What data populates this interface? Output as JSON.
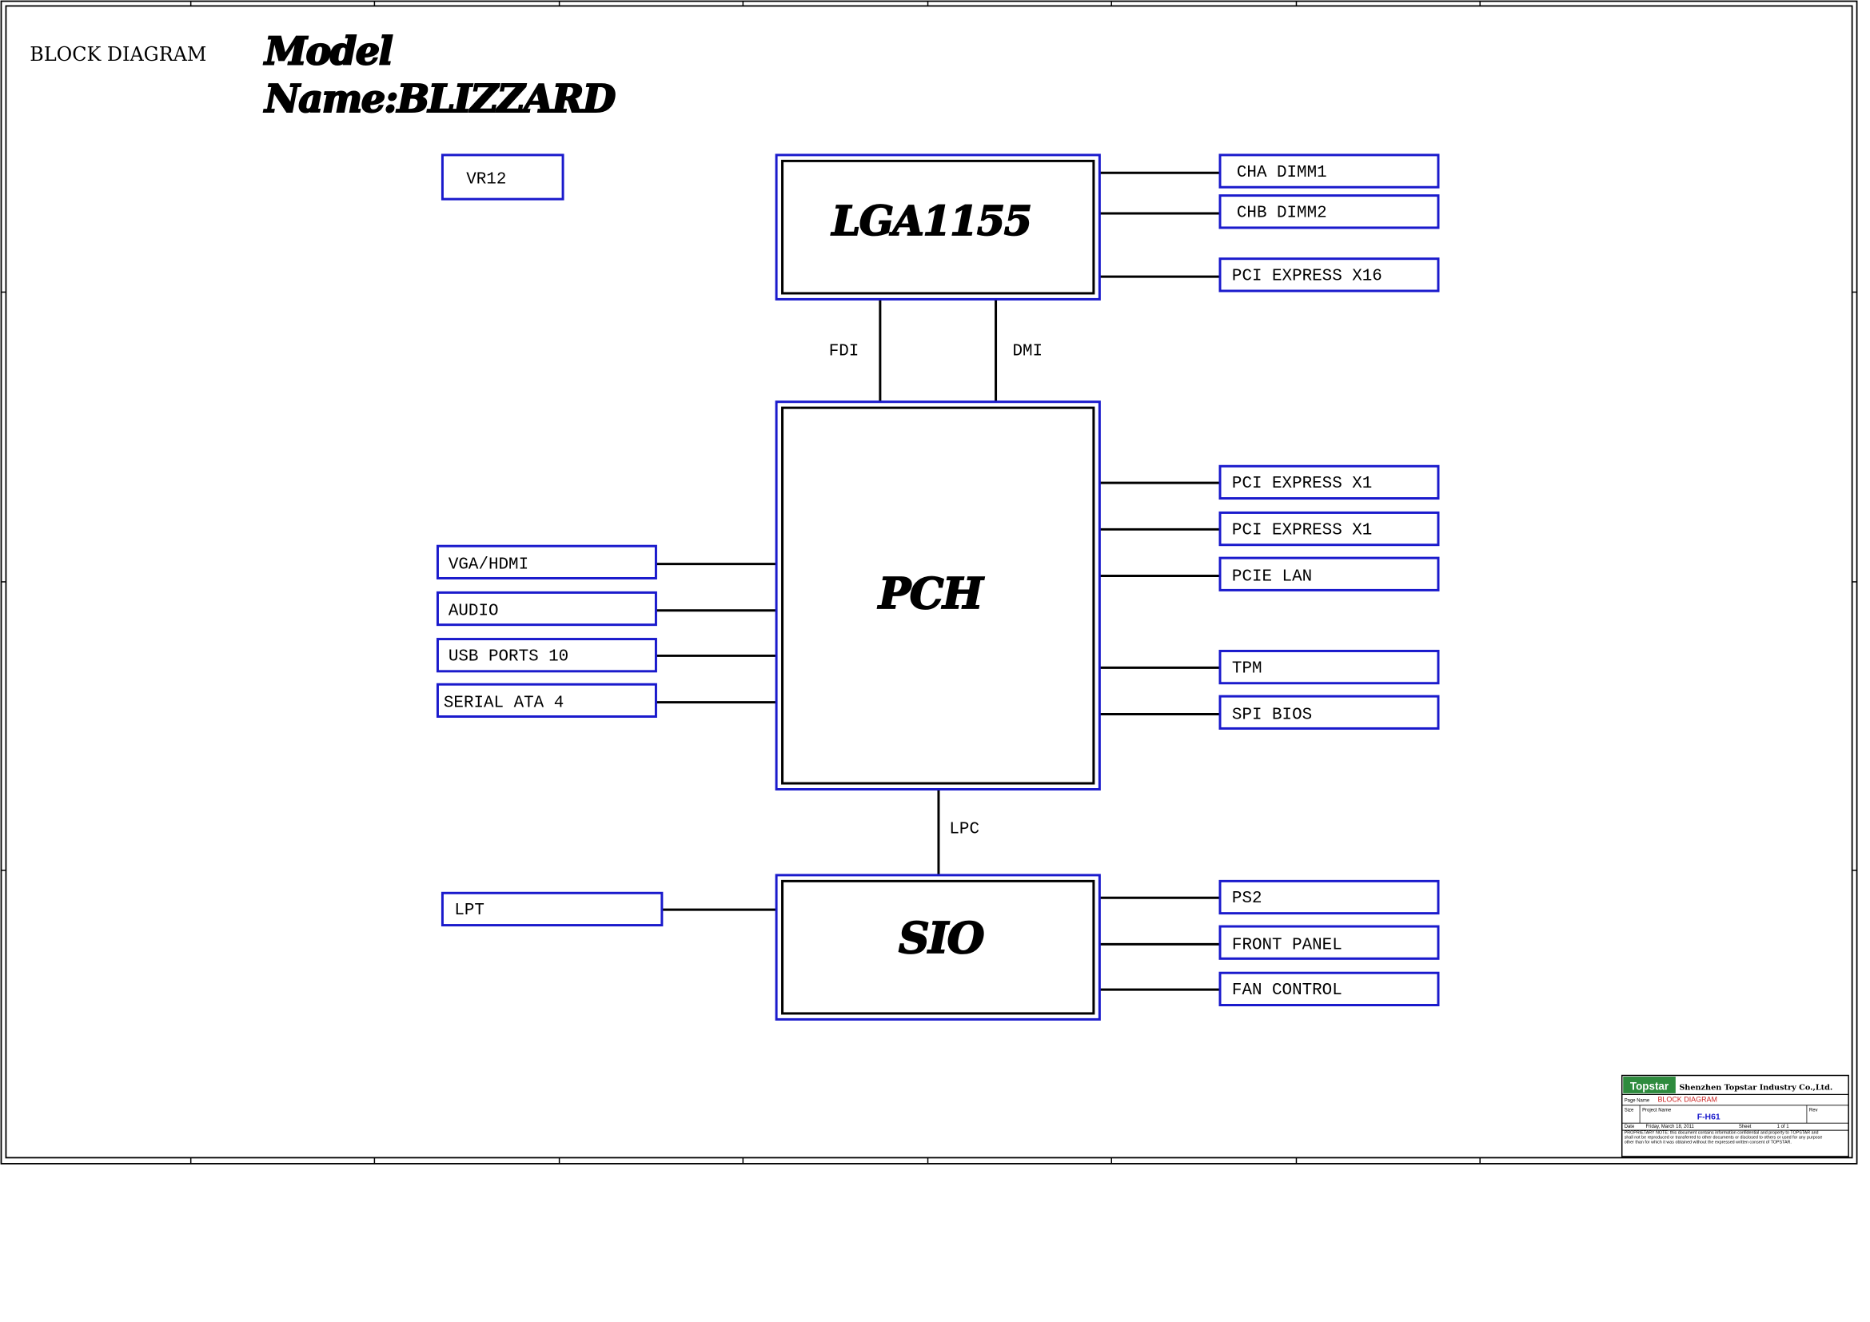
{
  "sheet": {
    "heading": "BLOCK DIAGRAM",
    "model_line1": "Model",
    "model_line2": "Name:BLIZZARD"
  },
  "chips": {
    "cpu": "LGA1155",
    "pch": "PCH",
    "sio": "SIO"
  },
  "buses": {
    "fdi": "FDI",
    "dmi": "DMI",
    "lpc": "LPC"
  },
  "blocks": {
    "vr12": "VR12",
    "cha_dimm1": "CHA DIMM1",
    "chb_dimm2": "CHB DIMM2",
    "pci_express_x16": "PCI EXPRESS X16",
    "pci_express_x1_a": "PCI EXPRESS X1",
    "pci_express_x1_b": "PCI EXPRESS X1",
    "pcie_lan": "PCIE LAN",
    "tpm": "TPM",
    "spi_bios": "SPI BIOS",
    "vga_hdmi": "VGA/HDMI",
    "audio": "AUDIO",
    "usb_ports": "USB PORTS 10",
    "serial_ata": "SERIAL ATA 4",
    "lpt": "LPT",
    "ps2": "PS2",
    "front_panel": "FRONT PANEL",
    "fan_control": "FAN CONTROL"
  },
  "title_block": {
    "logo": "Topstar",
    "company": "Shenzhen Topstar Industry Co.,Ltd.",
    "page_name_label": "Page Name",
    "page_name": "BLOCK DIAGRAM",
    "project_name_label": "Project Name",
    "project_name": "F-H61",
    "size_label": "Size",
    "rev_label": "Rev",
    "date_label": "Date",
    "date": "Friday, March 18, 2011",
    "sheet_label": "Sheet",
    "sheet": "1 of 1",
    "proprietary": "PROPRIETARY NOTE: this document contains information confidential and property to TOPSTAR and shall not be reproduced or transferred to other documents or disclosed to others or used for any purpose other than for which it was obtained without the expressed written consent of TOPSTAR."
  },
  "colors": {
    "box_border": "#1a1acc",
    "line": "#000000",
    "logo_bg": "#2e8b3e",
    "accent_red": "#cc2222",
    "accent_blue": "#1a1acc"
  }
}
